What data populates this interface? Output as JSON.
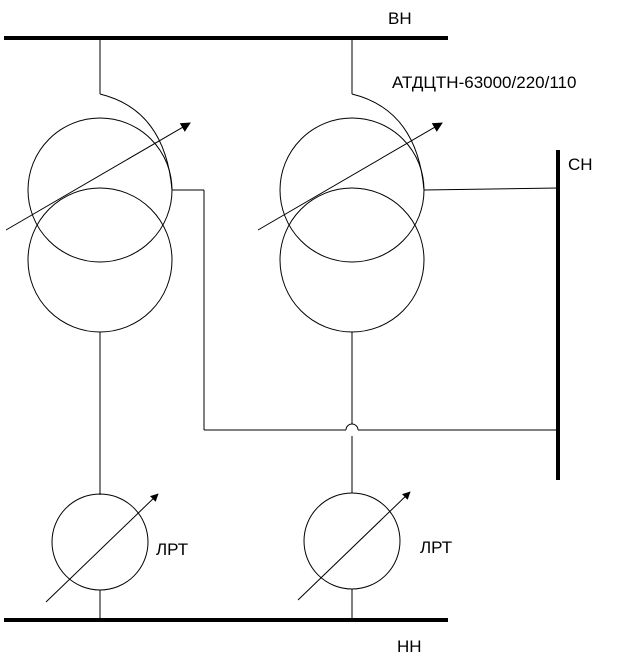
{
  "labels": {
    "hv_bus": "ВН",
    "mv_bus": "СН",
    "lv_bus": "НН",
    "transformer_type": "АТДЦТН-63000/220/110",
    "regulator_left": "ЛРТ",
    "regulator_right": "ЛРТ"
  },
  "colors": {
    "line": "#000000",
    "background": "#ffffff"
  }
}
